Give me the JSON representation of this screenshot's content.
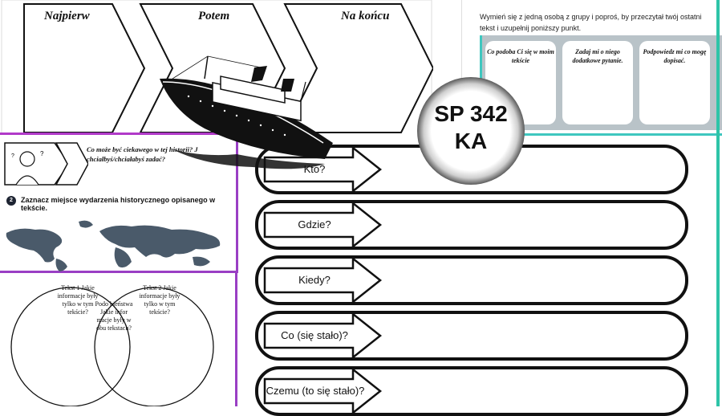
{
  "sequence": {
    "steps": [
      "Najpierw",
      "Potem",
      "Na końcu"
    ]
  },
  "peer_review": {
    "instruction": "Wymień się z jedną osobą z grupy i poproś, by przeczytał twój ostatni tekst i uzupełnij poniższy punkt.",
    "cards": [
      "Co podoba Ci się w moim tekście",
      "Zadaj mi o niego dodatkowe pytanie.",
      "Podpowiedz mi co mogę dopisać."
    ]
  },
  "questions": {
    "prompt": "Co może być ciekawego w tej historii? J chciałbyś/chciałabyś zadać?",
    "step2_number": "2",
    "step2_text": "Zaznacz miejsce wydarzenia historycznego opisanego w tekście."
  },
  "venn": {
    "left": "Tekst 1 Jakie informacje były tylko w tym tekście?",
    "middle": "Podo bieństwa Jakie infor macje były w obu tekstach?",
    "right": "Tekst 2 Jakie informacje były tylko w tym tekście?"
  },
  "organizer": {
    "rows": [
      "Kto?",
      "Gdzie?",
      "Kiedy?",
      "Co (się stało)?",
      "Czemu (to się stało)?"
    ]
  },
  "badge": {
    "line1": "SP 342",
    "line2": "KA"
  },
  "colors": {
    "purple_border": "#9a3fc4",
    "teal_border": "#3fc7bf",
    "grey_panel": "#b9c3c8"
  }
}
